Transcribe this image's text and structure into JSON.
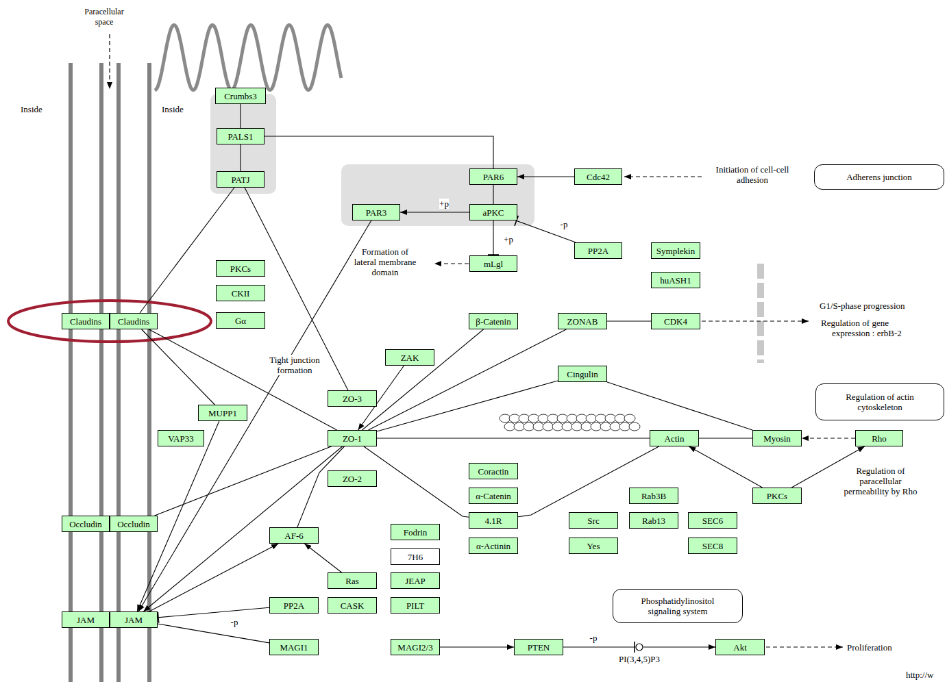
{
  "diagram": {
    "nodes": [
      {
        "text": [
          "Crumbs3"
        ]
      },
      {
        "text": [
          "PALS1"
        ]
      },
      {
        "text": [
          "PAR6"
        ]
      },
      {
        "text": [
          "Cdc42"
        ]
      },
      {
        "text": [
          "Adherens junction"
        ]
      },
      {
        "text": [
          "PATJ"
        ]
      },
      {
        "text": [
          "PAR3"
        ]
      },
      {
        "text": [
          "aPKC"
        ]
      },
      {
        "text": [
          "PP2A"
        ]
      },
      {
        "text": [
          "Symplekin"
        ]
      },
      {
        "text": [
          "mLgl"
        ]
      },
      {
        "text": [
          "PKCs"
        ]
      },
      {
        "text": [
          "huASH1"
        ]
      },
      {
        "text": [
          "CKII"
        ]
      },
      {
        "text": [
          "Claudins"
        ]
      },
      {
        "text": [
          "Claudins"
        ]
      },
      {
        "text": [
          "Gα"
        ]
      },
      {
        "text": [
          "β-Catenin"
        ]
      },
      {
        "text": [
          "ZONAB"
        ]
      },
      {
        "text": [
          "CDK4"
        ]
      },
      {
        "text": [
          "ZAK"
        ]
      },
      {
        "text": [
          "Cingulin"
        ]
      },
      {
        "text": [
          "ZO-3"
        ]
      },
      {
        "text": [
          "Regulation of actin cytoskeleton"
        ]
      },
      {
        "text": [
          "MUPP1"
        ]
      },
      {
        "text": [
          "VAP33"
        ]
      },
      {
        "text": [
          "ZO-1"
        ]
      },
      {
        "text": [
          "Actin"
        ]
      },
      {
        "text": [
          "Myosin"
        ]
      },
      {
        "text": [
          "Rho"
        ]
      },
      {
        "text": [
          "Coractin"
        ]
      },
      {
        "text": [
          "ZO-2"
        ]
      },
      {
        "text": [
          "α-Catenin"
        ]
      },
      {
        "text": [
          "Rab3B"
        ]
      },
      {
        "text": [
          "PKCs"
        ]
      },
      {
        "text": [
          "4.1R"
        ]
      },
      {
        "text": [
          "Src"
        ]
      },
      {
        "text": [
          "Rab13"
        ]
      },
      {
        "text": [
          "SEC6"
        ]
      },
      {
        "text": [
          "Occludin"
        ]
      },
      {
        "text": [
          "Occludin"
        ]
      },
      {
        "text": [
          "Fodrin"
        ]
      },
      {
        "text": [
          "AF-6"
        ]
      },
      {
        "text": [
          "α-Actinin"
        ]
      },
      {
        "text": [
          "Yes"
        ]
      },
      {
        "text": [
          "SEC8"
        ]
      },
      {
        "text": [
          "7H6"
        ]
      },
      {
        "text": [
          "Ras"
        ]
      },
      {
        "text": [
          "JEAP"
        ]
      },
      {
        "text": [
          "Phosphatidylinositol signaling system"
        ]
      },
      {
        "text": [
          "PP2A"
        ]
      },
      {
        "text": [
          "CASK"
        ]
      },
      {
        "text": [
          "PILT"
        ]
      },
      {
        "text": [
          "JAM"
        ]
      },
      {
        "text": [
          "JAM"
        ]
      },
      {
        "text": [
          "MAGI1"
        ]
      },
      {
        "text": [
          "MAGI2/3"
        ]
      },
      {
        "text": [
          "PTEN"
        ]
      },
      {
        "text": [
          "PI(3,4,5)P3"
        ]
      },
      {
        "text": [
          "Akt"
        ]
      }
    ],
    "edges": [
      {
        "from": 0,
        "to": 1,
        "arrow": "none"
      },
      {
        "from": 1,
        "to": 5,
        "arrow": "none"
      },
      {
        "from": 1,
        "to": 2,
        "arrow": "none"
      },
      {
        "from": 3,
        "to": 2,
        "arrow": "to"
      },
      {
        "from": 2,
        "to": 7,
        "arrow": "none"
      },
      {
        "from": 7,
        "to": 6,
        "label": "+p",
        "arrow": "to"
      },
      {
        "from": 8,
        "to": 7,
        "label": "-p",
        "arrow": "to"
      },
      {
        "from": 7,
        "to": 10,
        "label": "+p",
        "arrow": "to"
      },
      {
        "from": 5,
        "to": 15,
        "arrow": "none"
      },
      {
        "from": 5,
        "to": 22,
        "arrow": "none"
      },
      {
        "from": 6,
        "to": 54,
        "arrow": "to"
      },
      {
        "from": 15,
        "to": 24,
        "arrow": "none"
      },
      {
        "from": 15,
        "to": 26,
        "arrow": "none"
      },
      {
        "from": 24,
        "to": 54,
        "arrow": "to"
      },
      {
        "from": 20,
        "to": 26,
        "arrow": "to"
      },
      {
        "from": 26,
        "to": 17,
        "arrow": "none"
      },
      {
        "from": 26,
        "to": 18,
        "arrow": "none"
      },
      {
        "from": 18,
        "to": 19,
        "arrow": "none"
      },
      {
        "from": 26,
        "to": 21,
        "arrow": "none"
      },
      {
        "from": 21,
        "to": 28,
        "arrow": "none"
      },
      {
        "from": 26,
        "to": 27,
        "arrow": "none"
      },
      {
        "from": 27,
        "to": 28,
        "arrow": "none"
      },
      {
        "from": 29,
        "to": 28,
        "arrow": "to"
      },
      {
        "from": 34,
        "to": 27,
        "arrow": "to"
      },
      {
        "from": 34,
        "to": 29,
        "arrow": "to"
      },
      {
        "from": 26,
        "to": 35,
        "arrow": "none"
      },
      {
        "from": 35,
        "to": 27,
        "arrow": "none"
      },
      {
        "from": 26,
        "to": 40,
        "arrow": "none"
      },
      {
        "from": 26,
        "to": 54,
        "arrow": "to"
      },
      {
        "from": 26,
        "to": 42,
        "arrow": "none"
      },
      {
        "from": 54,
        "to": 42,
        "arrow": "to"
      },
      {
        "from": 47,
        "to": 42,
        "arrow": "to"
      },
      {
        "from": 50,
        "to": 54,
        "label": "-p",
        "arrow": "to"
      },
      {
        "from": 54,
        "to": 55,
        "arrow": "none"
      },
      {
        "from": 56,
        "to": 57,
        "arrow": "to"
      },
      {
        "from": 57,
        "to": 58,
        "label": "-p",
        "arrow": "to"
      },
      {
        "from": 58,
        "to": 59,
        "arrow": "to"
      }
    ],
    "labels": [
      "Paracellular space",
      "Inside",
      "Inside",
      "Initiation of cell-cell adhesion",
      "Formation of lateral membrane domain",
      "G1/S-phase progression",
      "Regulation of gene expression : erbB-2",
      "Tight junction formation",
      "Regulation of paracellular permeability by Rho",
      "Proliferation",
      "http://w"
    ]
  }
}
